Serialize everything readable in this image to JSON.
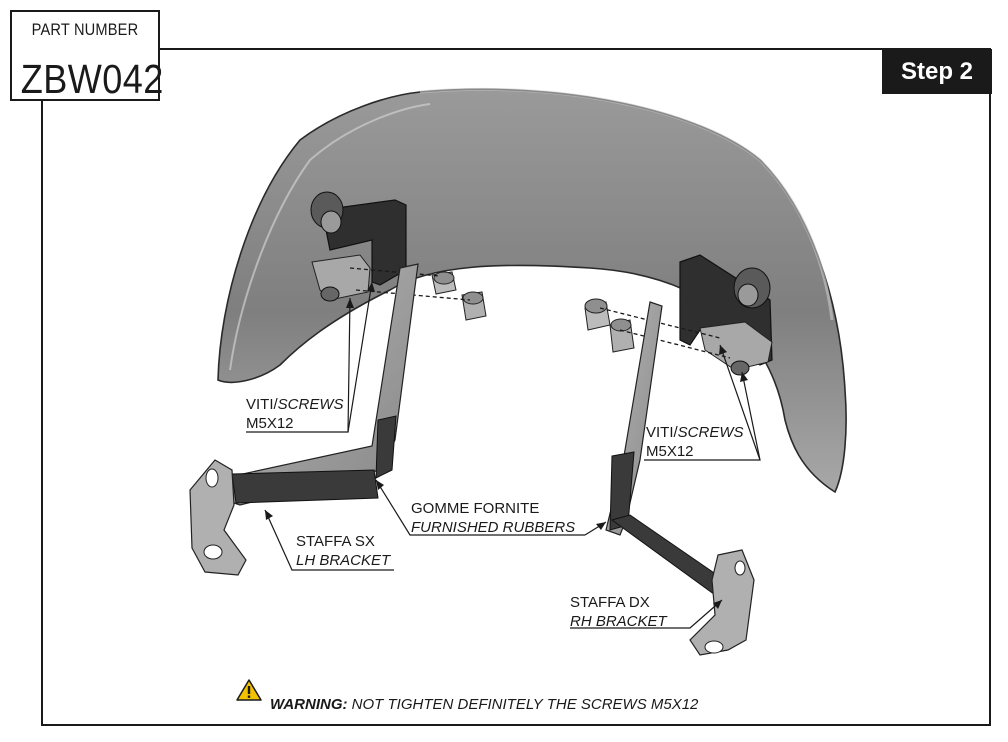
{
  "part_number": {
    "label": "PART NUMBER",
    "value": "ZBW042"
  },
  "step": {
    "label": "Step 2"
  },
  "callouts": {
    "screws_left": {
      "line1_a": "VITI/",
      "line1_b": "SCREWS",
      "line2": "M5X12"
    },
    "screws_right": {
      "line1_a": "VITI/",
      "line1_b": "SCREWS",
      "line2": "M5X12"
    },
    "rubbers": {
      "line1": "GOMME FORNITE",
      "line2": "FURNISHED RUBBERS"
    },
    "lh_bracket": {
      "line1": "STAFFA SX",
      "line2": "LH BRACKET"
    },
    "rh_bracket": {
      "line1": "STAFFA DX",
      "line2": "RH BRACKET"
    }
  },
  "warning": {
    "prefix": "WARNING:",
    "text": " NOT TIGHTEN DEFINITELY THE SCREWS M5X12",
    "icon": "warning-triangle-icon"
  },
  "colors": {
    "ink": "#1a1a1a",
    "part_gray": "#8c8c8c",
    "dark_part": "#3a3a3a",
    "step_bg": "#1a1a1a"
  }
}
